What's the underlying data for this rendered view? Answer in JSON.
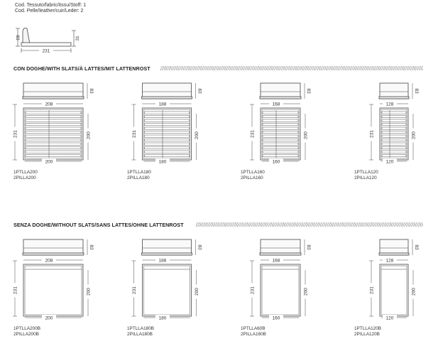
{
  "header": {
    "line1": "Cod. Tessuto/fabric/tissu/Stoff: 1",
    "line2": "Cod. Pelle/leather/cuir/Leder: 2"
  },
  "side_view": {
    "height": "83",
    "headboard_height": "31",
    "length": "231"
  },
  "sections": [
    {
      "title": "CON DOGHE/WITH SLATS/À LATTES/MIT LATTENROST",
      "slats": true,
      "beds": [
        {
          "front_width": "208",
          "front_height": "83",
          "length": "231",
          "mattress_length": "200",
          "mattress_width": "200",
          "codes": [
            "1PTLLA200",
            "2PILLA200"
          ]
        },
        {
          "front_width": "188",
          "front_height": "83",
          "length": "231",
          "mattress_length": "200",
          "mattress_width": "180",
          "codes": [
            "1PTLLA180",
            "2PILLA180"
          ]
        },
        {
          "front_width": "168",
          "front_height": "83",
          "length": "231",
          "mattress_length": "200",
          "mattress_width": "160",
          "codes": [
            "1PTLLA160",
            "2PILLA160"
          ]
        },
        {
          "front_width": "128",
          "front_height": "83",
          "length": "231",
          "mattress_length": "200",
          "mattress_width": "120",
          "codes": [
            "1PTLLA120",
            "2PILLA120"
          ]
        }
      ]
    },
    {
      "title": "SENZA DOGHE/WITHOUT SLATS/SANS LATTES/OHNE LATTENROST",
      "slats": false,
      "beds": [
        {
          "front_width": "208",
          "front_height": "83",
          "length": "231",
          "mattress_length": "200",
          "mattress_width": "200",
          "codes": [
            "1PTLLA200B",
            "2PILLA200B"
          ]
        },
        {
          "front_width": "188",
          "front_height": "83",
          "length": "231",
          "mattress_length": "200",
          "mattress_width": "180",
          "codes": [
            "1PTLLA180B",
            "2PILLA180B"
          ]
        },
        {
          "front_width": "168",
          "front_height": "83",
          "length": "231",
          "mattress_length": "200",
          "mattress_width": "160",
          "codes": [
            "1PTLLA60B",
            "2PILLA160B"
          ]
        },
        {
          "front_width": "128",
          "front_height": "83",
          "length": "231",
          "mattress_length": "200",
          "mattress_width": "120",
          "codes": [
            "1PTLLA120B",
            "2PILLA120B"
          ]
        }
      ]
    }
  ]
}
